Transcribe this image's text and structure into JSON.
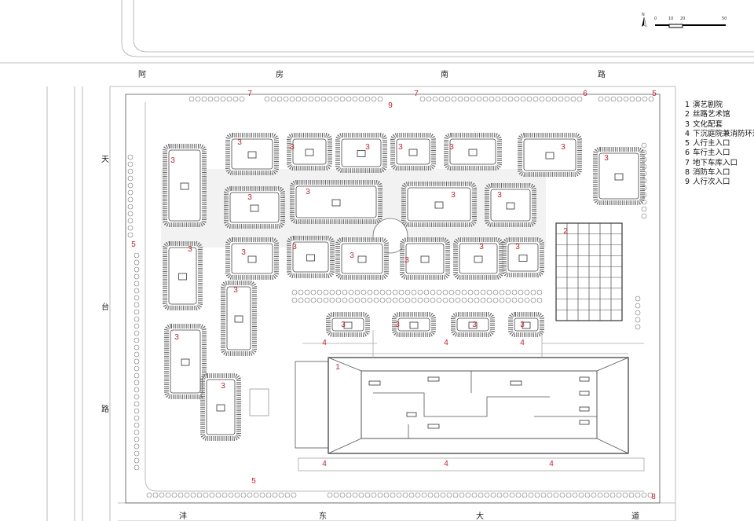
{
  "roads": {
    "north": [
      "阿",
      "房",
      "南",
      "路"
    ],
    "west": [
      "天",
      "台",
      "路"
    ],
    "south": [
      "沣",
      "东",
      "大",
      "道"
    ]
  },
  "scale_bar": {
    "north_label": "N",
    "ticks": [
      "0",
      "10",
      "20",
      "50"
    ]
  },
  "legend": [
    {
      "num": "1",
      "label": "演艺剧院"
    },
    {
      "num": "2",
      "label": "丝路艺术馆"
    },
    {
      "num": "3",
      "label": "文化配套"
    },
    {
      "num": "4",
      "label": "下沉庭院兼消防环道"
    },
    {
      "num": "5",
      "label": "人行主入口"
    },
    {
      "num": "6",
      "label": "车行主入口"
    },
    {
      "num": "7",
      "label": "地下车库入口"
    },
    {
      "num": "8",
      "label": "消防车入口"
    },
    {
      "num": "9",
      "label": "人行次入口"
    }
  ],
  "markers": [
    "7",
    "9",
    "7",
    "6",
    "5",
    "3",
    "3",
    "3",
    "3",
    "3",
    "3",
    "3",
    "3",
    "3",
    "3",
    "3",
    "3",
    "2",
    "5",
    "3",
    "3",
    "3",
    "3",
    "3",
    "3",
    "3",
    "3",
    "3",
    "3",
    "3",
    "3",
    "4",
    "4",
    "4",
    "3",
    "1",
    "3",
    "4",
    "4",
    "4",
    "5",
    "8"
  ],
  "colors": {
    "marker": "#d0202a",
    "line": "#666666"
  }
}
